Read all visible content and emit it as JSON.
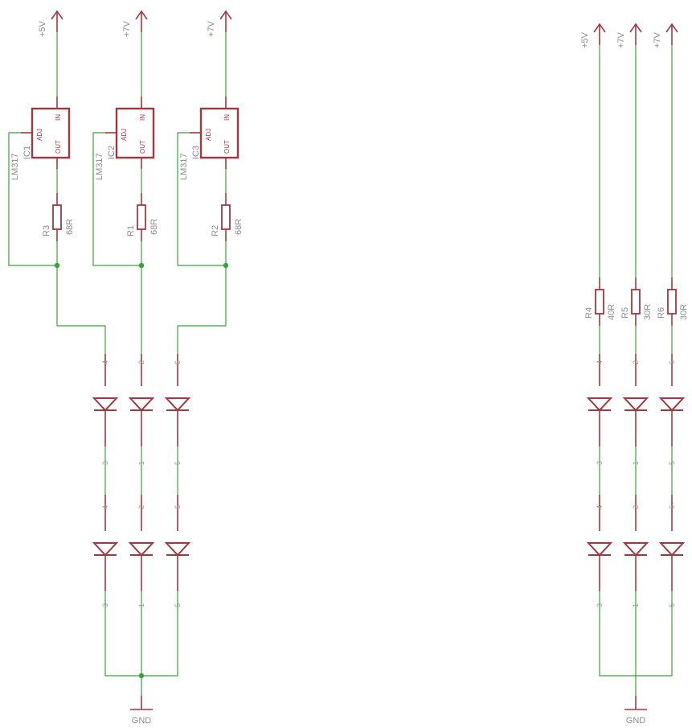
{
  "supplies": {
    "r1": "+5V",
    "r2": "+7V",
    "r3": "+7V",
    "s1": "+5V",
    "s2": "+7V",
    "s3": "+7V"
  },
  "regulators": [
    {
      "name": "IC1",
      "value": "LM317",
      "adj": "ADJ",
      "out": "OUT",
      "in": "IN"
    },
    {
      "name": "IC2",
      "value": "LM317",
      "adj": "ADJ",
      "out": "OUT",
      "in": "IN"
    },
    {
      "name": "IC3",
      "value": "LM317",
      "adj": "ADJ",
      "out": "OUT",
      "in": "IN"
    }
  ],
  "reg_resistors": [
    {
      "name": "R3",
      "value": "68R"
    },
    {
      "name": "R1",
      "value": "68R"
    },
    {
      "name": "R2",
      "value": "68R"
    }
  ],
  "series_resistors": [
    {
      "name": "R4",
      "value": "40R"
    },
    {
      "name": "R5",
      "value": "30R"
    },
    {
      "name": "R6",
      "value": "30R"
    }
  ],
  "pins": {
    "col1": {
      "top_a": "4",
      "bot_a": "3",
      "top_b": "4",
      "bot_b": "3"
    },
    "col2": {
      "top_a": "2",
      "bot_a": "1",
      "top_b": "2",
      "bot_b": "1"
    },
    "col3": {
      "top_a": "6",
      "bot_a": "5",
      "top_b": "6",
      "bot_b": "5"
    }
  },
  "grounds": {
    "left": "GND",
    "right": "GND"
  },
  "colors": {
    "wire": "#3f9f3f",
    "symbol": "#a0393f",
    "label": "#8c8c8c"
  }
}
